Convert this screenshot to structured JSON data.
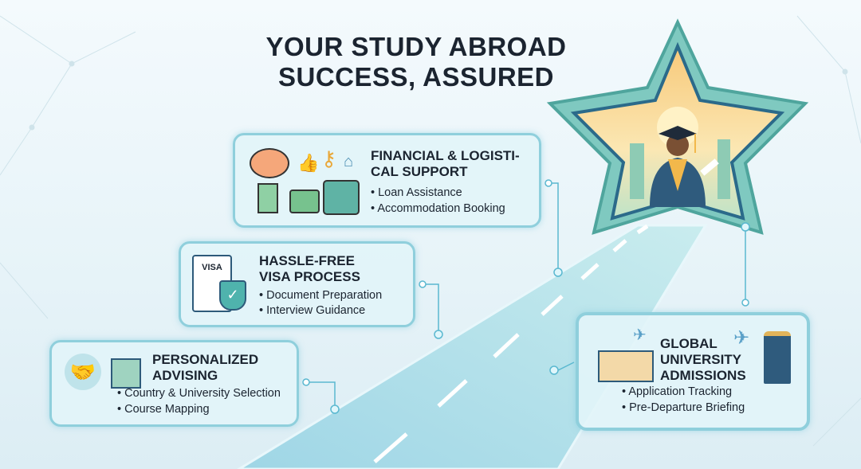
{
  "title": {
    "line1": "YOUR STUDY ABROAD",
    "line2": "SUCCESS, ASSURED"
  },
  "cards": [
    {
      "heading_line1": "FINANCIAL & LOGISTI-",
      "heading_line2": "CAL SUPPORT",
      "items": [
        "Loan Assistance",
        "Accommodation Booking"
      ]
    },
    {
      "heading_line1": "HASSLE-FREE",
      "heading_line2": "VISA PROCESS",
      "items": [
        "Document Preparation",
        "Interview Guidance"
      ],
      "badge": "VISA"
    },
    {
      "heading_line1": "PERSONALIZED",
      "heading_line2": "ADVISING",
      "items": [
        "Country & University Selection",
        "Course Mapping"
      ]
    },
    {
      "heading_line1": "GLOBAL",
      "heading_line2": "UNIVERSITY",
      "heading_line3": "ADMISSIONS",
      "items": [
        "Application Tracking",
        "Pre-Departure Briefing"
      ]
    }
  ],
  "colors": {
    "accent": "#8fcfdc",
    "text": "#1b2430",
    "road": "#a9dbe6",
    "star": "#5fb7a8"
  }
}
